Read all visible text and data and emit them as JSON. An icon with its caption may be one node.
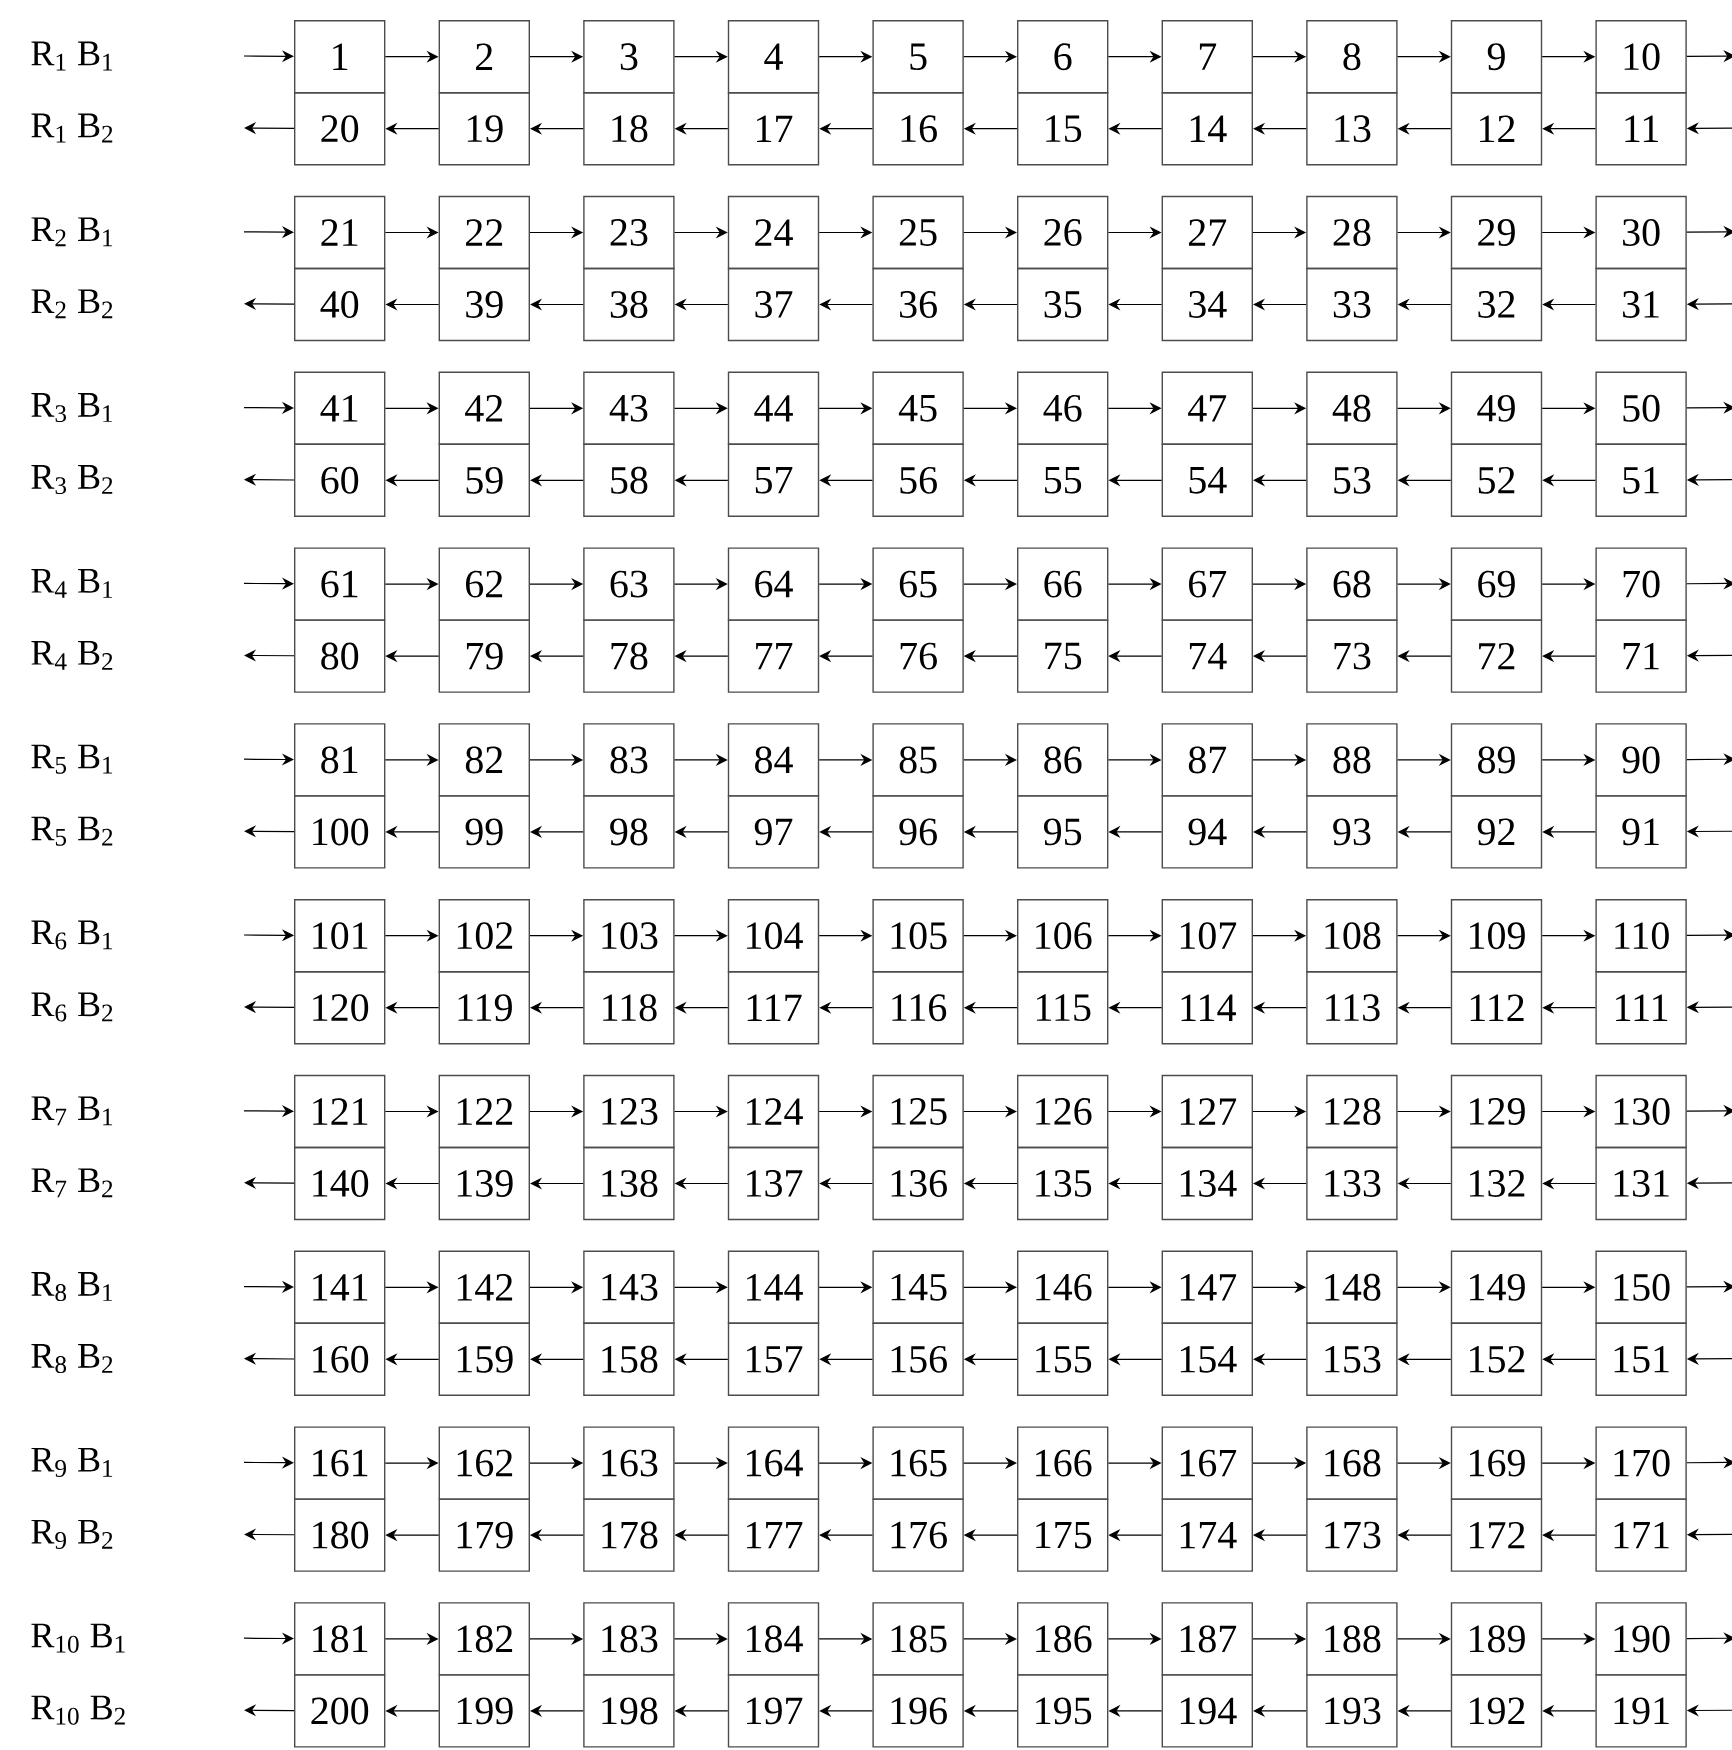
{
  "diagram": {
    "nodes": [
      {
        "text": [
          "1"
        ]
      },
      {
        "text": [
          "2"
        ]
      },
      {
        "text": [
          "3"
        ]
      },
      {
        "text": [
          "4"
        ]
      },
      {
        "text": [
          "5"
        ]
      },
      {
        "text": [
          "6"
        ]
      },
      {
        "text": [
          "7"
        ]
      },
      {
        "text": [
          "8"
        ]
      },
      {
        "text": [
          "9"
        ]
      },
      {
        "text": [
          "10"
        ]
      },
      {
        "text": [
          "20"
        ]
      },
      {
        "text": [
          "19"
        ]
      },
      {
        "text": [
          "18"
        ]
      },
      {
        "text": [
          "17"
        ]
      },
      {
        "text": [
          "16"
        ]
      },
      {
        "text": [
          "15"
        ]
      },
      {
        "text": [
          "14"
        ]
      },
      {
        "text": [
          "13"
        ]
      },
      {
        "text": [
          "12"
        ]
      },
      {
        "text": [
          "11"
        ]
      },
      {
        "text": [
          "21"
        ]
      },
      {
        "text": [
          "22"
        ]
      },
      {
        "text": [
          "23"
        ]
      },
      {
        "text": [
          "24"
        ]
      },
      {
        "text": [
          "25"
        ]
      },
      {
        "text": [
          "26"
        ]
      },
      {
        "text": [
          "27"
        ]
      },
      {
        "text": [
          "28"
        ]
      },
      {
        "text": [
          "29"
        ]
      },
      {
        "text": [
          "30"
        ]
      },
      {
        "text": [
          "40"
        ]
      },
      {
        "text": [
          "39"
        ]
      },
      {
        "text": [
          "38"
        ]
      },
      {
        "text": [
          "37"
        ]
      },
      {
        "text": [
          "36"
        ]
      },
      {
        "text": [
          "35"
        ]
      },
      {
        "text": [
          "34"
        ]
      },
      {
        "text": [
          "33"
        ]
      },
      {
        "text": [
          "32"
        ]
      },
      {
        "text": [
          "31"
        ]
      },
      {
        "text": [
          "41"
        ]
      },
      {
        "text": [
          "42"
        ]
      },
      {
        "text": [
          "43"
        ]
      },
      {
        "text": [
          "44"
        ]
      },
      {
        "text": [
          "45"
        ]
      },
      {
        "text": [
          "46"
        ]
      },
      {
        "text": [
          "47"
        ]
      },
      {
        "text": [
          "48"
        ]
      },
      {
        "text": [
          "49"
        ]
      },
      {
        "text": [
          "50"
        ]
      },
      {
        "text": [
          "60"
        ]
      },
      {
        "text": [
          "59"
        ]
      },
      {
        "text": [
          "58"
        ]
      },
      {
        "text": [
          "57"
        ]
      },
      {
        "text": [
          "56"
        ]
      },
      {
        "text": [
          "55"
        ]
      },
      {
        "text": [
          "54"
        ]
      },
      {
        "text": [
          "53"
        ]
      },
      {
        "text": [
          "52"
        ]
      },
      {
        "text": [
          "51"
        ]
      },
      {
        "text": [
          "61"
        ]
      },
      {
        "text": [
          "62"
        ]
      },
      {
        "text": [
          "63"
        ]
      },
      {
        "text": [
          "64"
        ]
      },
      {
        "text": [
          "65"
        ]
      },
      {
        "text": [
          "66"
        ]
      },
      {
        "text": [
          "67"
        ]
      },
      {
        "text": [
          "68"
        ]
      },
      {
        "text": [
          "69"
        ]
      },
      {
        "text": [
          "70"
        ]
      },
      {
        "text": [
          "80"
        ]
      },
      {
        "text": [
          "79"
        ]
      },
      {
        "text": [
          "78"
        ]
      },
      {
        "text": [
          "77"
        ]
      },
      {
        "text": [
          "76"
        ]
      },
      {
        "text": [
          "75"
        ]
      },
      {
        "text": [
          "74"
        ]
      },
      {
        "text": [
          "73"
        ]
      },
      {
        "text": [
          "72"
        ]
      },
      {
        "text": [
          "71"
        ]
      },
      {
        "text": [
          "81"
        ]
      },
      {
        "text": [
          "82"
        ]
      },
      {
        "text": [
          "83"
        ]
      },
      {
        "text": [
          "84"
        ]
      },
      {
        "text": [
          "85"
        ]
      },
      {
        "text": [
          "86"
        ]
      },
      {
        "text": [
          "87"
        ]
      },
      {
        "text": [
          "88"
        ]
      },
      {
        "text": [
          "89"
        ]
      },
      {
        "text": [
          "90"
        ]
      },
      {
        "text": [
          "100"
        ]
      },
      {
        "text": [
          "99"
        ]
      },
      {
        "text": [
          "98"
        ]
      },
      {
        "text": [
          "97"
        ]
      },
      {
        "text": [
          "96"
        ]
      },
      {
        "text": [
          "95"
        ]
      },
      {
        "text": [
          "94"
        ]
      },
      {
        "text": [
          "93"
        ]
      },
      {
        "text": [
          "92"
        ]
      },
      {
        "text": [
          "91"
        ]
      },
      {
        "text": [
          "101"
        ]
      },
      {
        "text": [
          "102"
        ]
      },
      {
        "text": [
          "103"
        ]
      },
      {
        "text": [
          "104"
        ]
      },
      {
        "text": [
          "105"
        ]
      },
      {
        "text": [
          "106"
        ]
      },
      {
        "text": [
          "107"
        ]
      },
      {
        "text": [
          "108"
        ]
      },
      {
        "text": [
          "109"
        ]
      },
      {
        "text": [
          "110"
        ]
      },
      {
        "text": [
          "120"
        ]
      },
      {
        "text": [
          "119"
        ]
      },
      {
        "text": [
          "118"
        ]
      },
      {
        "text": [
          "117"
        ]
      },
      {
        "text": [
          "116"
        ]
      },
      {
        "text": [
          "115"
        ]
      },
      {
        "text": [
          "114"
        ]
      },
      {
        "text": [
          "113"
        ]
      },
      {
        "text": [
          "112"
        ]
      },
      {
        "text": [
          "111"
        ]
      },
      {
        "text": [
          "121"
        ]
      },
      {
        "text": [
          "122"
        ]
      },
      {
        "text": [
          "123"
        ]
      },
      {
        "text": [
          "124"
        ]
      },
      {
        "text": [
          "125"
        ]
      },
      {
        "text": [
          "126"
        ]
      },
      {
        "text": [
          "127"
        ]
      },
      {
        "text": [
          "128"
        ]
      },
      {
        "text": [
          "129"
        ]
      },
      {
        "text": [
          "130"
        ]
      },
      {
        "text": [
          "140"
        ]
      },
      {
        "text": [
          "139"
        ]
      },
      {
        "text": [
          "138"
        ]
      },
      {
        "text": [
          "137"
        ]
      },
      {
        "text": [
          "136"
        ]
      },
      {
        "text": [
          "135"
        ]
      },
      {
        "text": [
          "134"
        ]
      },
      {
        "text": [
          "133"
        ]
      },
      {
        "text": [
          "132"
        ]
      },
      {
        "text": [
          "131"
        ]
      },
      {
        "text": [
          "141"
        ]
      },
      {
        "text": [
          "142"
        ]
      },
      {
        "text": [
          "143"
        ]
      },
      {
        "text": [
          "144"
        ]
      },
      {
        "text": [
          "145"
        ]
      },
      {
        "text": [
          "146"
        ]
      },
      {
        "text": [
          "147"
        ]
      },
      {
        "text": [
          "148"
        ]
      },
      {
        "text": [
          "149"
        ]
      },
      {
        "text": [
          "150"
        ]
      },
      {
        "text": [
          "160"
        ]
      },
      {
        "text": [
          "159"
        ]
      },
      {
        "text": [
          "158"
        ]
      },
      {
        "text": [
          "157"
        ]
      },
      {
        "text": [
          "156"
        ]
      },
      {
        "text": [
          "155"
        ]
      },
      {
        "text": [
          "154"
        ]
      },
      {
        "text": [
          "153"
        ]
      },
      {
        "text": [
          "152"
        ]
      },
      {
        "text": [
          "151"
        ]
      },
      {
        "text": [
          "161"
        ]
      },
      {
        "text": [
          "162"
        ]
      },
      {
        "text": [
          "163"
        ]
      },
      {
        "text": [
          "164"
        ]
      },
      {
        "text": [
          "165"
        ]
      },
      {
        "text": [
          "166"
        ]
      },
      {
        "text": [
          "167"
        ]
      },
      {
        "text": [
          "168"
        ]
      },
      {
        "text": [
          "169"
        ]
      },
      {
        "text": [
          "170"
        ]
      },
      {
        "text": [
          "180"
        ]
      },
      {
        "text": [
          "179"
        ]
      },
      {
        "text": [
          "178"
        ]
      },
      {
        "text": [
          "177"
        ]
      },
      {
        "text": [
          "176"
        ]
      },
      {
        "text": [
          "175"
        ]
      },
      {
        "text": [
          "174"
        ]
      },
      {
        "text": [
          "173"
        ]
      },
      {
        "text": [
          "172"
        ]
      },
      {
        "text": [
          "171"
        ]
      },
      {
        "text": [
          "181"
        ]
      },
      {
        "text": [
          "182"
        ]
      },
      {
        "text": [
          "183"
        ]
      },
      {
        "text": [
          "184"
        ]
      },
      {
        "text": [
          "185"
        ]
      },
      {
        "text": [
          "186"
        ]
      },
      {
        "text": [
          "187"
        ]
      },
      {
        "text": [
          "188"
        ]
      },
      {
        "text": [
          "189"
        ]
      },
      {
        "text": [
          "190"
        ]
      },
      {
        "text": [
          "200"
        ]
      },
      {
        "text": [
          "199"
        ]
      },
      {
        "text": [
          "198"
        ]
      },
      {
        "text": [
          "197"
        ]
      },
      {
        "text": [
          "196"
        ]
      },
      {
        "text": [
          "195"
        ]
      },
      {
        "text": [
          "194"
        ]
      },
      {
        "text": [
          "193"
        ]
      },
      {
        "text": [
          "192"
        ]
      },
      {
        "text": [
          "191"
        ]
      }
    ],
    "edges": [
      {
        "from": null,
        "to": 0,
        "arrow": "to"
      },
      {
        "from": 0,
        "to": 1,
        "arrow": "to"
      },
      {
        "from": 1,
        "to": 2,
        "arrow": "to"
      },
      {
        "from": 2,
        "to": 3,
        "arrow": "to"
      },
      {
        "from": 3,
        "to": 4,
        "arrow": "to"
      },
      {
        "from": 4,
        "to": 5,
        "arrow": "to"
      },
      {
        "from": 5,
        "to": 6,
        "arrow": "to"
      },
      {
        "from": 6,
        "to": 7,
        "arrow": "to"
      },
      {
        "from": 7,
        "to": 8,
        "arrow": "to"
      },
      {
        "from": 8,
        "to": 9,
        "arrow": "to"
      },
      {
        "from": 9,
        "to": null,
        "arrow": "to"
      },
      {
        "from": 10,
        "to": null,
        "arrow": "to"
      },
      {
        "from": 11,
        "to": 10,
        "arrow": "to"
      },
      {
        "from": 12,
        "to": 11,
        "arrow": "to"
      },
      {
        "from": 13,
        "to": 12,
        "arrow": "to"
      },
      {
        "from": 14,
        "to": 13,
        "arrow": "to"
      },
      {
        "from": 15,
        "to": 14,
        "arrow": "to"
      },
      {
        "from": 16,
        "to": 15,
        "arrow": "to"
      },
      {
        "from": 17,
        "to": 16,
        "arrow": "to"
      },
      {
        "from": 18,
        "to": 17,
        "arrow": "to"
      },
      {
        "from": 19,
        "to": 18,
        "arrow": "to"
      },
      {
        "from": null,
        "to": 19,
        "arrow": "to"
      },
      {
        "from": null,
        "to": 20,
        "arrow": "to"
      },
      {
        "from": 20,
        "to": 21,
        "arrow": "to"
      },
      {
        "from": 21,
        "to": 22,
        "arrow": "to"
      },
      {
        "from": 22,
        "to": 23,
        "arrow": "to"
      },
      {
        "from": 23,
        "to": 24,
        "arrow": "to"
      },
      {
        "from": 24,
        "to": 25,
        "arrow": "to"
      },
      {
        "from": 25,
        "to": 26,
        "arrow": "to"
      },
      {
        "from": 26,
        "to": 27,
        "arrow": "to"
      },
      {
        "from": 27,
        "to": 28,
        "arrow": "to"
      },
      {
        "from": 28,
        "to": 29,
        "arrow": "to"
      },
      {
        "from": 29,
        "to": null,
        "arrow": "to"
      },
      {
        "from": 30,
        "to": null,
        "arrow": "to"
      },
      {
        "from": 31,
        "to": 30,
        "arrow": "to"
      },
      {
        "from": 32,
        "to": 31,
        "arrow": "to"
      },
      {
        "from": 33,
        "to": 32,
        "arrow": "to"
      },
      {
        "from": 34,
        "to": 33,
        "arrow": "to"
      },
      {
        "from": 35,
        "to": 34,
        "arrow": "to"
      },
      {
        "from": 36,
        "to": 35,
        "arrow": "to"
      },
      {
        "from": 37,
        "to": 36,
        "arrow": "to"
      },
      {
        "from": 38,
        "to": 37,
        "arrow": "to"
      },
      {
        "from": 39,
        "to": 38,
        "arrow": "to"
      },
      {
        "from": null,
        "to": 39,
        "arrow": "to"
      },
      {
        "from": null,
        "to": 40,
        "arrow": "to"
      },
      {
        "from": 40,
        "to": 41,
        "arrow": "to"
      },
      {
        "from": 41,
        "to": 42,
        "arrow": "to"
      },
      {
        "from": 42,
        "to": 43,
        "arrow": "to"
      },
      {
        "from": 43,
        "to": 44,
        "arrow": "to"
      },
      {
        "from": 44,
        "to": 45,
        "arrow": "to"
      },
      {
        "from": 45,
        "to": 46,
        "arrow": "to"
      },
      {
        "from": 46,
        "to": 47,
        "arrow": "to"
      },
      {
        "from": 47,
        "to": 48,
        "arrow": "to"
      },
      {
        "from": 48,
        "to": 49,
        "arrow": "to"
      },
      {
        "from": 49,
        "to": null,
        "arrow": "to"
      },
      {
        "from": 50,
        "to": null,
        "arrow": "to"
      },
      {
        "from": 51,
        "to": 50,
        "arrow": "to"
      },
      {
        "from": 52,
        "to": 51,
        "arrow": "to"
      },
      {
        "from": 53,
        "to": 52,
        "arrow": "to"
      },
      {
        "from": 54,
        "to": 53,
        "arrow": "to"
      },
      {
        "from": 55,
        "to": 54,
        "arrow": "to"
      },
      {
        "from": 56,
        "to": 55,
        "arrow": "to"
      },
      {
        "from": 57,
        "to": 56,
        "arrow": "to"
      },
      {
        "from": 58,
        "to": 57,
        "arrow": "to"
      },
      {
        "from": 59,
        "to": 58,
        "arrow": "to"
      },
      {
        "from": null,
        "to": 59,
        "arrow": "to"
      },
      {
        "from": null,
        "to": 60,
        "arrow": "to"
      },
      {
        "from": 60,
        "to": 61,
        "arrow": "to"
      },
      {
        "from": 61,
        "to": 62,
        "arrow": "to"
      },
      {
        "from": 62,
        "to": 63,
        "arrow": "to"
      },
      {
        "from": 63,
        "to": 64,
        "arrow": "to"
      },
      {
        "from": 64,
        "to": 65,
        "arrow": "to"
      },
      {
        "from": 65,
        "to": 66,
        "arrow": "to"
      },
      {
        "from": 66,
        "to": 67,
        "arrow": "to"
      },
      {
        "from": 67,
        "to": 68,
        "arrow": "to"
      },
      {
        "from": 68,
        "to": 69,
        "arrow": "to"
      },
      {
        "from": 69,
        "to": null,
        "arrow": "to"
      },
      {
        "from": 70,
        "to": null,
        "arrow": "to"
      },
      {
        "from": 71,
        "to": 70,
        "arrow": "to"
      },
      {
        "from": 72,
        "to": 71,
        "arrow": "to"
      },
      {
        "from": 73,
        "to": 72,
        "arrow": "to"
      },
      {
        "from": 74,
        "to": 73,
        "arrow": "to"
      },
      {
        "from": 75,
        "to": 74,
        "arrow": "to"
      },
      {
        "from": 76,
        "to": 75,
        "arrow": "to"
      },
      {
        "from": 77,
        "to": 76,
        "arrow": "to"
      },
      {
        "from": 78,
        "to": 77,
        "arrow": "to"
      },
      {
        "from": 79,
        "to": 78,
        "arrow": "to"
      },
      {
        "from": null,
        "to": 79,
        "arrow": "to"
      },
      {
        "from": null,
        "to": 80,
        "arrow": "to"
      },
      {
        "from": 80,
        "to": 81,
        "arrow": "to"
      },
      {
        "from": 81,
        "to": 82,
        "arrow": "to"
      },
      {
        "from": 82,
        "to": 83,
        "arrow": "to"
      },
      {
        "from": 83,
        "to": 84,
        "arrow": "to"
      },
      {
        "from": 84,
        "to": 85,
        "arrow": "to"
      },
      {
        "from": 85,
        "to": 86,
        "arrow": "to"
      },
      {
        "from": 86,
        "to": 87,
        "arrow": "to"
      },
      {
        "from": 87,
        "to": 88,
        "arrow": "to"
      },
      {
        "from": 88,
        "to": 89,
        "arrow": "to"
      },
      {
        "from": 89,
        "to": null,
        "arrow": "to"
      },
      {
        "from": 90,
        "to": null,
        "arrow": "to"
      },
      {
        "from": 91,
        "to": 90,
        "arrow": "to"
      },
      {
        "from": 92,
        "to": 91,
        "arrow": "to"
      },
      {
        "from": 93,
        "to": 92,
        "arrow": "to"
      },
      {
        "from": 94,
        "to": 93,
        "arrow": "to"
      },
      {
        "from": 95,
        "to": 94,
        "arrow": "to"
      },
      {
        "from": 96,
        "to": 95,
        "arrow": "to"
      },
      {
        "from": 97,
        "to": 96,
        "arrow": "to"
      },
      {
        "from": 98,
        "to": 97,
        "arrow": "to"
      },
      {
        "from": 99,
        "to": 98,
        "arrow": "to"
      },
      {
        "from": null,
        "to": 99,
        "arrow": "to"
      },
      {
        "from": null,
        "to": 100,
        "arrow": "to"
      },
      {
        "from": 100,
        "to": 101,
        "arrow": "to"
      },
      {
        "from": 101,
        "to": 102,
        "arrow": "to"
      },
      {
        "from": 102,
        "to": 103,
        "arrow": "to"
      },
      {
        "from": 103,
        "to": 104,
        "arrow": "to"
      },
      {
        "from": 104,
        "to": 105,
        "arrow": "to"
      },
      {
        "from": 105,
        "to": 106,
        "arrow": "to"
      },
      {
        "from": 106,
        "to": 107,
        "arrow": "to"
      },
      {
        "from": 107,
        "to": 108,
        "arrow": "to"
      },
      {
        "from": 108,
        "to": 109,
        "arrow": "to"
      },
      {
        "from": 109,
        "to": null,
        "arrow": "to"
      },
      {
        "from": 110,
        "to": null,
        "arrow": "to"
      },
      {
        "from": 111,
        "to": 110,
        "arrow": "to"
      },
      {
        "from": 112,
        "to": 111,
        "arrow": "to"
      },
      {
        "from": 113,
        "to": 112,
        "arrow": "to"
      },
      {
        "from": 114,
        "to": 113,
        "arrow": "to"
      },
      {
        "from": 115,
        "to": 114,
        "arrow": "to"
      },
      {
        "from": 116,
        "to": 115,
        "arrow": "to"
      },
      {
        "from": 117,
        "to": 116,
        "arrow": "to"
      },
      {
        "from": 118,
        "to": 117,
        "arrow": "to"
      },
      {
        "from": 119,
        "to": 118,
        "arrow": "to"
      },
      {
        "from": null,
        "to": 119,
        "arrow": "to"
      },
      {
        "from": null,
        "to": 120,
        "arrow": "to"
      },
      {
        "from": 120,
        "to": 121,
        "arrow": "to"
      },
      {
        "from": 121,
        "to": 122,
        "arrow": "to"
      },
      {
        "from": 122,
        "to": 123,
        "arrow": "to"
      },
      {
        "from": 123,
        "to": 124,
        "arrow": "to"
      },
      {
        "from": 124,
        "to": 125,
        "arrow": "to"
      },
      {
        "from": 125,
        "to": 126,
        "arrow": "to"
      },
      {
        "from": 126,
        "to": 127,
        "arrow": "to"
      },
      {
        "from": 127,
        "to": 128,
        "arrow": "to"
      },
      {
        "from": 128,
        "to": 129,
        "arrow": "to"
      },
      {
        "from": 129,
        "to": null,
        "arrow": "to"
      },
      {
        "from": 130,
        "to": null,
        "arrow": "to"
      },
      {
        "from": 131,
        "to": 130,
        "arrow": "to"
      },
      {
        "from": 132,
        "to": 131,
        "arrow": "to"
      },
      {
        "from": 133,
        "to": 132,
        "arrow": "to"
      },
      {
        "from": 134,
        "to": 133,
        "arrow": "to"
      },
      {
        "from": 135,
        "to": 134,
        "arrow": "to"
      },
      {
        "from": 136,
        "to": 135,
        "arrow": "to"
      },
      {
        "from": 137,
        "to": 136,
        "arrow": "to"
      },
      {
        "from": 138,
        "to": 137,
        "arrow": "to"
      },
      {
        "from": 139,
        "to": 138,
        "arrow": "to"
      },
      {
        "from": null,
        "to": 139,
        "arrow": "to"
      },
      {
        "from": null,
        "to": 140,
        "arrow": "to"
      },
      {
        "from": 140,
        "to": 141,
        "arrow": "to"
      },
      {
        "from": 141,
        "to": 142,
        "arrow": "to"
      },
      {
        "from": 142,
        "to": 143,
        "arrow": "to"
      },
      {
        "from": 143,
        "to": 144,
        "arrow": "to"
      },
      {
        "from": 144,
        "to": 145,
        "arrow": "to"
      },
      {
        "from": 145,
        "to": 146,
        "arrow": "to"
      },
      {
        "from": 146,
        "to": 147,
        "arrow": "to"
      },
      {
        "from": 147,
        "to": 148,
        "arrow": "to"
      },
      {
        "from": 148,
        "to": 149,
        "arrow": "to"
      },
      {
        "from": 149,
        "to": null,
        "arrow": "to"
      },
      {
        "from": 150,
        "to": null,
        "arrow": "to"
      },
      {
        "from": 151,
        "to": 150,
        "arrow": "to"
      },
      {
        "from": 152,
        "to": 151,
        "arrow": "to"
      },
      {
        "from": 153,
        "to": 152,
        "arrow": "to"
      },
      {
        "from": 154,
        "to": 153,
        "arrow": "to"
      },
      {
        "from": 155,
        "to": 154,
        "arrow": "to"
      },
      {
        "from": 156,
        "to": 155,
        "arrow": "to"
      },
      {
        "from": 157,
        "to": 156,
        "arrow": "to"
      },
      {
        "from": 158,
        "to": 157,
        "arrow": "to"
      },
      {
        "from": 159,
        "to": 158,
        "arrow": "to"
      },
      {
        "from": null,
        "to": 159,
        "arrow": "to"
      },
      {
        "from": null,
        "to": 160,
        "arrow": "to"
      },
      {
        "from": 160,
        "to": 161,
        "arrow": "to"
      },
      {
        "from": 161,
        "to": 162,
        "arrow": "to"
      },
      {
        "from": 162,
        "to": 163,
        "arrow": "to"
      },
      {
        "from": 163,
        "to": 164,
        "arrow": "to"
      },
      {
        "from": 164,
        "to": 165,
        "arrow": "to"
      },
      {
        "from": 165,
        "to": 166,
        "arrow": "to"
      },
      {
        "from": 166,
        "to": 167,
        "arrow": "to"
      },
      {
        "from": 167,
        "to": 168,
        "arrow": "to"
      },
      {
        "from": 168,
        "to": 169,
        "arrow": "to"
      },
      {
        "from": 169,
        "to": null,
        "arrow": "to"
      },
      {
        "from": 170,
        "to": null,
        "arrow": "to"
      },
      {
        "from": 171,
        "to": 170,
        "arrow": "to"
      },
      {
        "from": 172,
        "to": 171,
        "arrow": "to"
      },
      {
        "from": 173,
        "to": 172,
        "arrow": "to"
      },
      {
        "from": 174,
        "to": 173,
        "arrow": "to"
      },
      {
        "from": 175,
        "to": 174,
        "arrow": "to"
      },
      {
        "from": 176,
        "to": 175,
        "arrow": "to"
      },
      {
        "from": 177,
        "to": 176,
        "arrow": "to"
      },
      {
        "from": 178,
        "to": 177,
        "arrow": "to"
      },
      {
        "from": 179,
        "to": 178,
        "arrow": "to"
      },
      {
        "from": null,
        "to": 179,
        "arrow": "to"
      },
      {
        "from": null,
        "to": 180,
        "arrow": "to"
      },
      {
        "from": 180,
        "to": 181,
        "arrow": "to"
      },
      {
        "from": 181,
        "to": 182,
        "arrow": "to"
      },
      {
        "from": 182,
        "to": 183,
        "arrow": "to"
      },
      {
        "from": 183,
        "to": 184,
        "arrow": "to"
      },
      {
        "from": 184,
        "to": 185,
        "arrow": "to"
      },
      {
        "from": 185,
        "to": 186,
        "arrow": "to"
      },
      {
        "from": 186,
        "to": 187,
        "arrow": "to"
      },
      {
        "from": 187,
        "to": 188,
        "arrow": "to"
      },
      {
        "from": 188,
        "to": 189,
        "arrow": "to"
      },
      {
        "from": 189,
        "to": null,
        "arrow": "to"
      },
      {
        "from": 190,
        "to": null,
        "arrow": "to"
      },
      {
        "from": 191,
        "to": 190,
        "arrow": "to"
      },
      {
        "from": 192,
        "to": 191,
        "arrow": "to"
      },
      {
        "from": 193,
        "to": 192,
        "arrow": "to"
      },
      {
        "from": 194,
        "to": 193,
        "arrow": "to"
      },
      {
        "from": 195,
        "to": 194,
        "arrow": "to"
      },
      {
        "from": 196,
        "to": 195,
        "arrow": "to"
      },
      {
        "from": 197,
        "to": 196,
        "arrow": "to"
      },
      {
        "from": 198,
        "to": 197,
        "arrow": "to"
      },
      {
        "from": 199,
        "to": 198,
        "arrow": "to"
      },
      {
        "from": null,
        "to": 199,
        "arrow": "to"
      }
    ],
    "labels": [
      "R$_{1}$ B$_{1}$",
      "R$_{1}$ B$_{2}$",
      "R$_{2}$ B$_{1}$",
      "R$_{2}$ B$_{2}$",
      "R$_{3}$ B$_{1}$",
      "R$_{3}$ B$_{2}$",
      "R$_{4}$ B$_{1}$",
      "R$_{4}$ B$_{2}$",
      "R$_{5}$ B$_{1}$",
      "R$_{5}$ B$_{2}$",
      "R$_{6}$ B$_{1}$",
      "R$_{6}$ B$_{2}$",
      "R$_{7}$ B$_{1}$",
      "R$_{7}$ B$_{2}$",
      "R$_{8}$ B$_{1}$",
      "R$_{8}$ B$_{2}$",
      "R$_{9}$ B$_{1}$",
      "R$_{9}$ B$_{2}$",
      "R$_{10}$ B$_{1}$",
      "R$_{10}$ B$_{2}$"
    ]
  }
}
